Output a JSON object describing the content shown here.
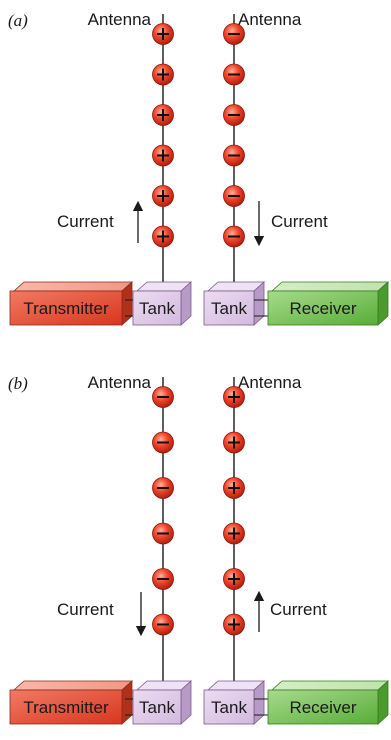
{
  "panels": [
    {
      "label": "(a)",
      "left_antenna_label": "Antenna",
      "right_antenna_label": "Antenna",
      "left_charge": "+",
      "right_charge": "−",
      "left_current_label": "Current",
      "right_current_label": "Current",
      "left_current_direction": "up",
      "right_current_direction": "down",
      "charges_per_antenna": 6,
      "transmitter_label": "Transmitter",
      "left_tank_label": "Tank",
      "right_tank_label": "Tank",
      "receiver_label": "Receiver"
    },
    {
      "label": "(b)",
      "left_antenna_label": "Antenna",
      "right_antenna_label": "Antenna",
      "left_charge": "−",
      "right_charge": "+",
      "left_current_label": "Current",
      "right_current_label": "Current",
      "left_current_direction": "down",
      "right_current_direction": "up",
      "charges_per_antenna": 6,
      "transmitter_label": "Transmitter",
      "left_tank_label": "Tank",
      "right_tank_label": "Tank",
      "receiver_label": "Receiver"
    }
  ],
  "colors": {
    "transmitter": "#e8503a",
    "tank": "#dcc8e6",
    "receiver": "#6cc24a",
    "charge": "#e8402a"
  }
}
